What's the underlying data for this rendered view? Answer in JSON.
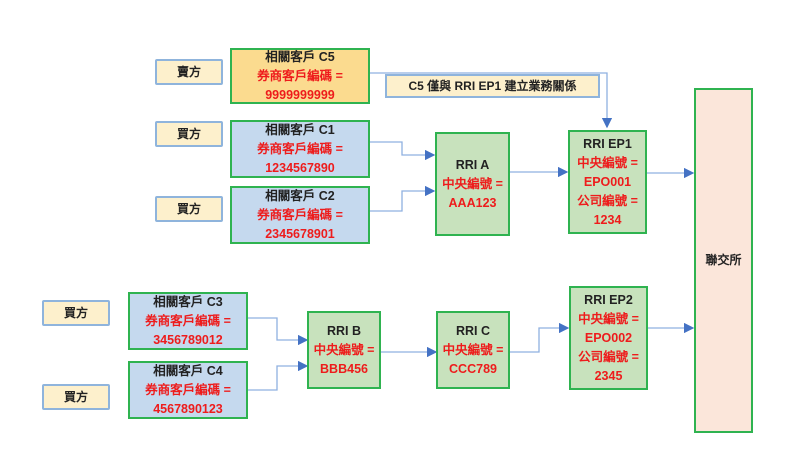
{
  "roles": {
    "c5": "賣方",
    "c1": "買方",
    "c2": "買方",
    "c3": "買方",
    "c4": "買方"
  },
  "clients": {
    "c5": {
      "title": "相關客戶 C5",
      "label": "券商客戶編碼 =",
      "code": "9999999999"
    },
    "c1": {
      "title": "相關客戶 C1",
      "label": "券商客戶編碼 =",
      "code": "1234567890"
    },
    "c2": {
      "title": "相關客戶 C2",
      "label": "券商客戶編碼 =",
      "code": "2345678901"
    },
    "c3": {
      "title": "相關客戶 C3",
      "label": "券商客戶編碼 =",
      "code": "3456789012"
    },
    "c4": {
      "title": "相關客戶 C4",
      "label": "券商客戶編碼 =",
      "code": "4567890123"
    }
  },
  "note": "C5 僅與 RRI EP1 建立業務關係",
  "rri": {
    "a": {
      "title": "RRI A",
      "label": "中央編號 =",
      "code": "AAA123"
    },
    "b": {
      "title": "RRI B",
      "label": "中央編號 =",
      "code": "BBB456"
    },
    "c": {
      "title": "RRI C",
      "label": "中央編號  =",
      "code": "CCC789"
    },
    "ep1": {
      "title": "RRI EP1",
      "label": "中央編號 =",
      "code": "EPO001",
      "label2": "公司編號 =",
      "code2": "1234"
    },
    "ep2": {
      "title": "RRI EP2",
      "label": "中央編號 =",
      "code": "EPO002",
      "label2": "公司編號 =",
      "code2": "2345"
    }
  },
  "exchange": "聯交所",
  "colors": {
    "connector": "#4472c4",
    "box_border": "#2fb350",
    "red_text": "#ee1c1c"
  }
}
